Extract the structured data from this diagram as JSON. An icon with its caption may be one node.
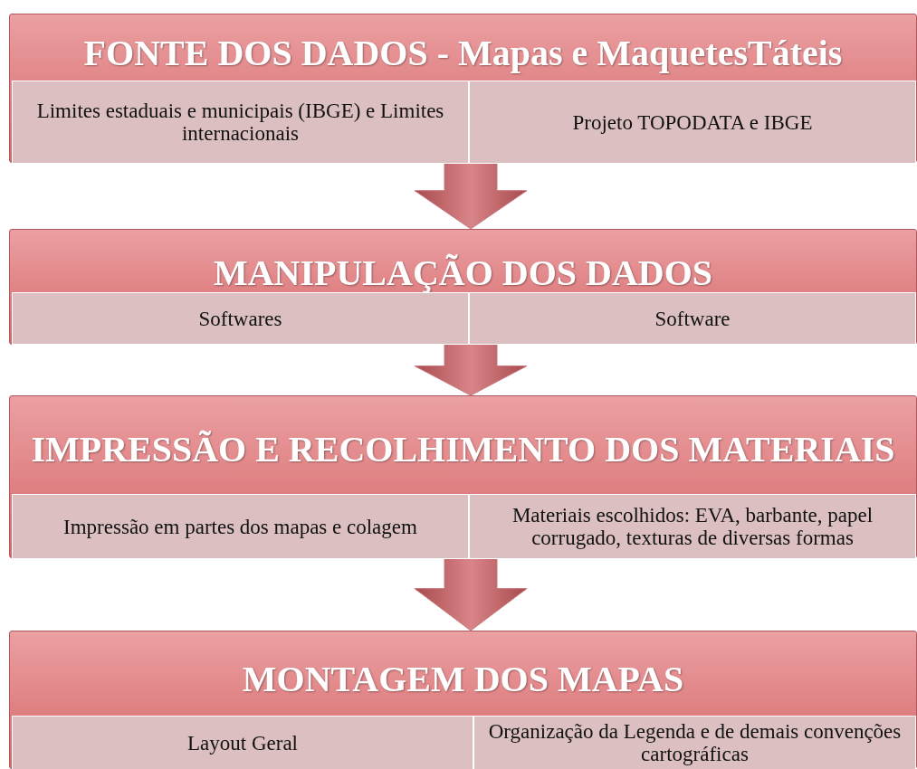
{
  "diagram": {
    "nodes": [
      {
        "text": [
          "FONTE DOS DADOS - Mapas e MaquetesTáteis"
        ]
      },
      {
        "text": [
          "Limites estaduais e municipais (IBGE) e Limites internacionais"
        ],
        "in": 0
      },
      {
        "text": [
          "Projeto TOPODATA e IBGE"
        ],
        "in": 0
      },
      {
        "text": [
          "MANIPULAÇÃO DOS DADOS"
        ]
      },
      {
        "text": [
          "Softwares"
        ],
        "in": 3
      },
      {
        "text": [
          "Software"
        ],
        "in": 3
      },
      {
        "text": [
          "IMPRESSÃO E RECOLHIMENTO DOS MATERIAIS"
        ]
      },
      {
        "text": [
          "Impressão em partes dos mapas e colagem"
        ],
        "in": 6
      },
      {
        "text": [
          "Materiais escolhidos: EVA, barbante, papel corrugado, texturas de diversas formas"
        ],
        "in": 6
      },
      {
        "text": [
          "MONTAGEM DOS MAPAS"
        ]
      },
      {
        "text": [
          "Layout Geral"
        ],
        "in": 9
      },
      {
        "text": [
          "Organização da Legenda e de demais convenções cartográficas"
        ],
        "in": 9
      }
    ],
    "edges": [
      {
        "from": 0,
        "to": 3,
        "arrow": "to"
      },
      {
        "from": 3,
        "to": 6,
        "arrow": "to"
      },
      {
        "from": 6,
        "to": 9,
        "arrow": "to"
      }
    ]
  }
}
